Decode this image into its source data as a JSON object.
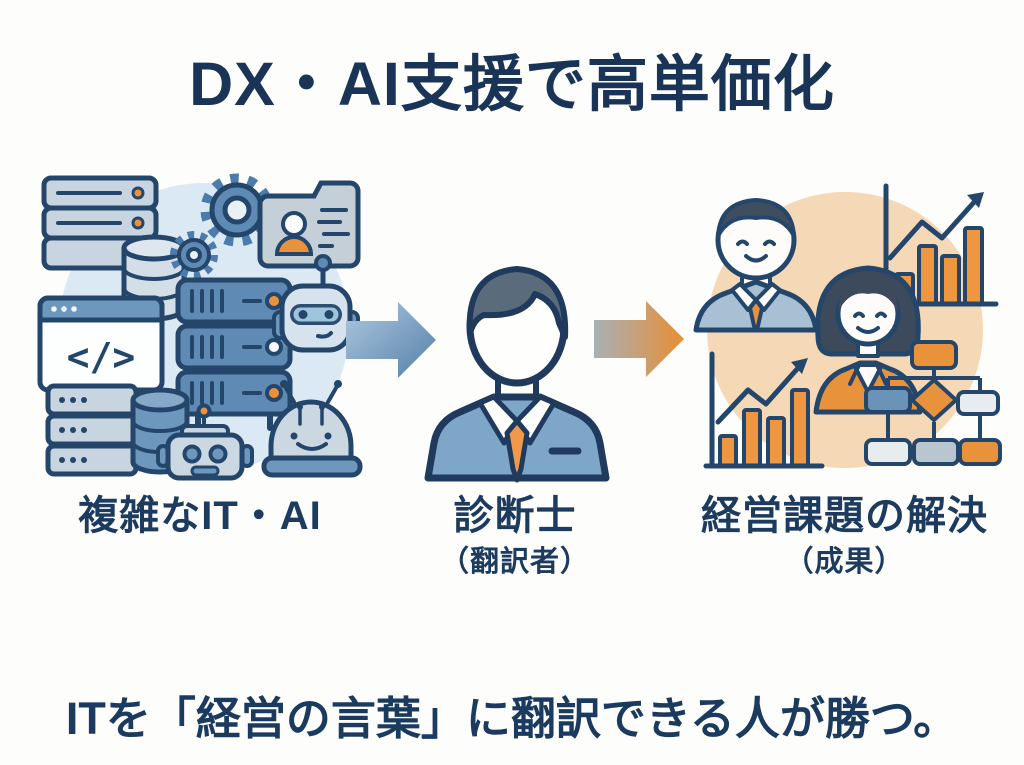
{
  "page": {
    "title": "DX・AI支援で高単価化",
    "bottom_message": "ITを「経営の言葉」に翻訳できる人が勝つ。"
  },
  "flow": {
    "steps": [
      {
        "label": "複雑なIT・AI",
        "sublabel": "",
        "illustration": "complex-it-ai-cluster"
      },
      {
        "label": "診断士",
        "sublabel": "（翻訳者）",
        "illustration": "consultant-translator"
      },
      {
        "label": "経営課題の解決",
        "sublabel": "（成果）",
        "illustration": "business-outcome-cluster"
      }
    ],
    "arrows": [
      {
        "name": "arrow-it-to-consultant",
        "style": "blue-gradient"
      },
      {
        "name": "arrow-consultant-to-results",
        "style": "blue-to-orange-gradient"
      }
    ]
  },
  "icons": {
    "left_cluster": [
      "server-stack-icon",
      "database-icon",
      "gears-icon",
      "id-card-icon",
      "code-window-icon",
      "server-rack-icon",
      "robot-head-icon",
      "server-db-icon",
      "small-robot-icon",
      "ai-robot-icon"
    ],
    "right_cluster": [
      "businessman-icon",
      "businesswoman-icon",
      "growth-chart-icon",
      "bar-chart-icon",
      "flowchart-icon"
    ]
  },
  "code_glyph": "</>",
  "colors": {
    "background": "#FDFDFC",
    "title_navy": "#1A3457",
    "text_navy": "#1C3B5F",
    "outline_navy": "#24466B",
    "blue_fill": "#5F8AB4",
    "light_blue_fill": "#C8D5E0",
    "circle_blue": "#DBE9F4",
    "circle_orange": "#F5D8B6",
    "orange": "#E8923C",
    "suit_blue": "#7EA6C9",
    "arrow_blue_start": "#AFC9DF",
    "arrow_blue_end": "#537FA9",
    "arrow_gray_start": "#A8B0B6",
    "arrow_orange_end": "#E78F35"
  }
}
